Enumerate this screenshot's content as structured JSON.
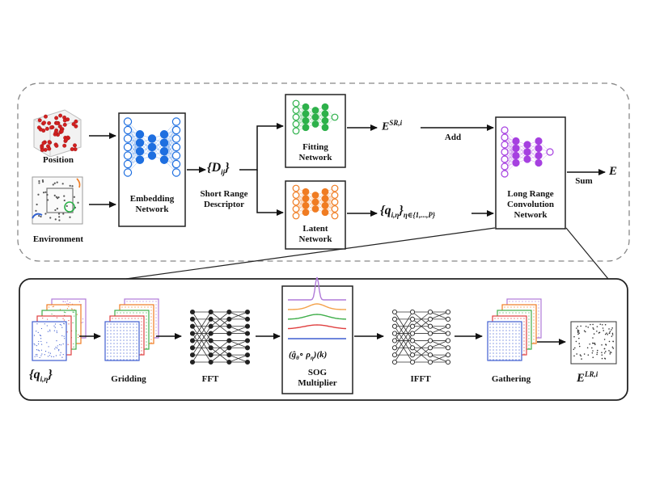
{
  "top": {
    "inputs": {
      "position": "Position",
      "environment": "Environment"
    },
    "embedding": {
      "line1": "Embedding",
      "line2": "Network"
    },
    "descriptor": {
      "symbol": "{D",
      "sub": "ij",
      "close": "}",
      "line1": "Short Range",
      "line2": "Descriptor"
    },
    "fitting": {
      "line1": "Fitting",
      "line2": "Network"
    },
    "latent": {
      "line1": "Latent",
      "line2": "Network"
    },
    "esr": {
      "base": "E",
      "sup": "SR,i"
    },
    "q_top": {
      "base": "{q",
      "sub": "i,η",
      "close": "}",
      "range": "η∈{1,...,P}"
    },
    "add": "Add",
    "sum": "Sum",
    "energy": "E",
    "longrange": {
      "line1": "Long Range",
      "line2": "Convolution",
      "line3": "Network"
    }
  },
  "bottom": {
    "q": {
      "base": "{q",
      "sub": "i,η",
      "close": "}"
    },
    "gridding": "Gridding",
    "fft": "FFT",
    "sog_formula": "(ĝ",
    "sog_formula_sub": "θ",
    "sog_formula_rest": "∘ ρ",
    "sog_formula_rest_sub": "η",
    "sog_formula_end": ")(k)",
    "sog_line1": "SOG",
    "sog_line2": "Multiplier",
    "ifft": "IFFT",
    "gathering": "Gathering",
    "elr": {
      "base": "E",
      "sup": "LR,i"
    }
  },
  "colors": {
    "embedding": "#1e6fe0",
    "fitting": "#2db14a",
    "latent": "#f07c22",
    "longrange": "#a640e0",
    "atom": "#d42020",
    "sog": [
      "#b07ad8",
      "#f4a24a",
      "#3fae4a",
      "#e04040",
      "#3f5ed0"
    ]
  }
}
